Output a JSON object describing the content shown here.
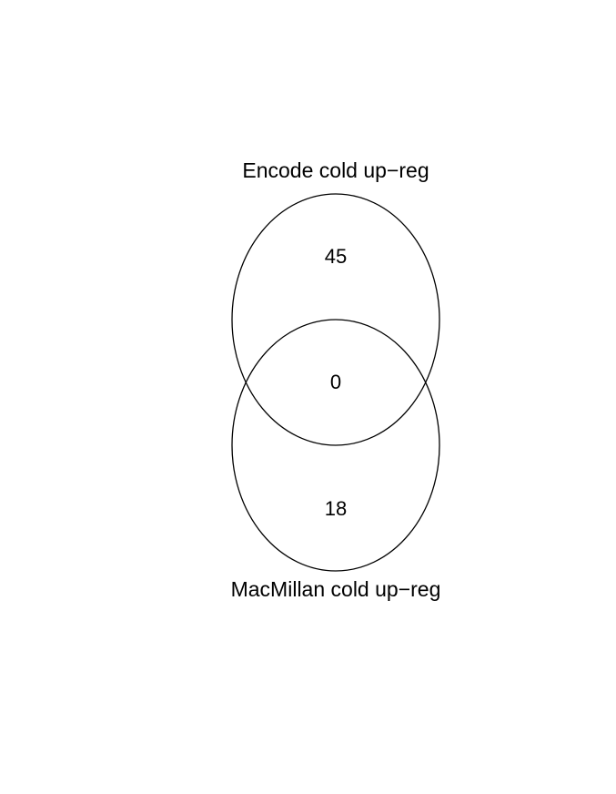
{
  "diagram": {
    "type": "venn",
    "sets": [
      {
        "label": "Encode cold up−reg",
        "only_count": "45"
      },
      {
        "label": "MacMillan cold up−reg",
        "only_count": "18"
      }
    ],
    "intersection_count": "0",
    "colors": {
      "stroke": "#000000",
      "text": "#000000",
      "background": "#ffffff"
    }
  }
}
